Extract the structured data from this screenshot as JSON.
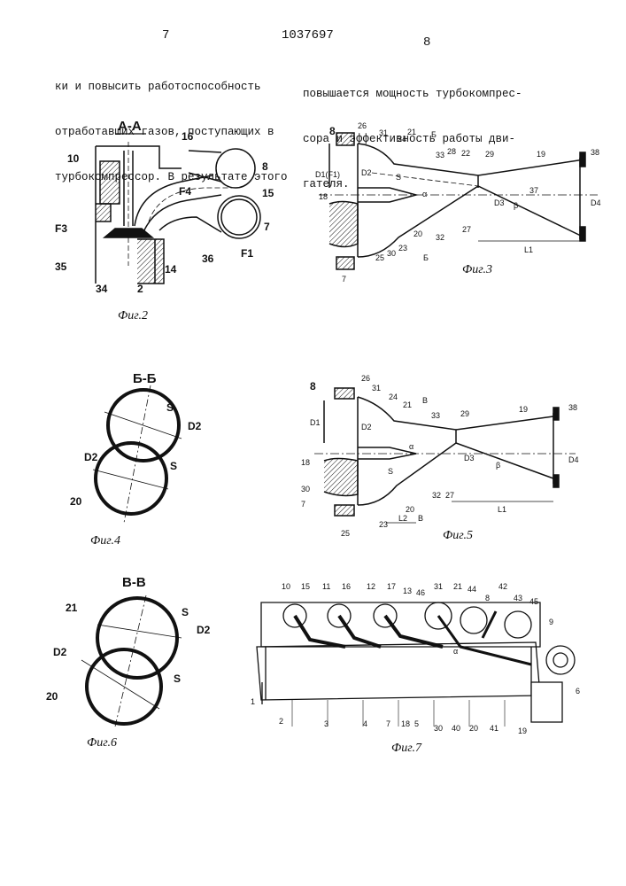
{
  "header": {
    "page_left": "7",
    "patent_number": "1037697",
    "page_right": "8"
  },
  "text_left": [
    "ки и повысить работоспособность",
    "отработавших газов, поступающих в",
    "турбокомпрессор. В результате этого"
  ],
  "text_right": [
    "повышается мощность турбокомпрес-",
    "сора и эффективность работы дви-",
    "гателя."
  ],
  "fig2": {
    "section": "А-А",
    "caption": "Фиг.2",
    "labels": [
      "16",
      "8",
      "10",
      "F4",
      "15",
      "F3",
      "7",
      "35",
      "36",
      "F1",
      "34",
      "2",
      "14"
    ]
  },
  "fig3": {
    "caption": "Фиг.3",
    "labels": [
      "8",
      "26",
      "31",
      "24",
      "21",
      "Б",
      "33",
      "28",
      "22",
      "29",
      "19",
      "38",
      "D1(F1)",
      "D2",
      "S",
      "α",
      "37",
      "β",
      "D3",
      "D4",
      "18",
      "30",
      "20",
      "32",
      "27",
      "23",
      "25",
      "7",
      "Б",
      "L1"
    ]
  },
  "fig4": {
    "section": "Б-Б",
    "caption": "Фиг.4",
    "labels": [
      "S",
      "D2",
      "D2",
      "S",
      "20"
    ]
  },
  "fig5": {
    "caption": "Фиг.5",
    "labels": [
      "8",
      "26",
      "31",
      "24",
      "21",
      "В",
      "33",
      "29",
      "19",
      "38",
      "D1",
      "D2",
      "α",
      "S",
      "D3",
      "β",
      "D4",
      "18",
      "30",
      "7",
      "25",
      "23",
      "L2",
      "20",
      "В",
      "32",
      "27",
      "L1"
    ]
  },
  "fig6": {
    "section": "В-В",
    "caption": "Фиг.6",
    "labels": [
      "21",
      "S",
      "D2",
      "D2",
      "S",
      "20"
    ]
  },
  "fig7": {
    "caption": "Фиг.7",
    "labels": [
      "10",
      "15",
      "11",
      "16",
      "12",
      "17",
      "13",
      "46",
      "31",
      "21",
      "44",
      "8",
      "42",
      "43",
      "45",
      "9",
      "α",
      "1",
      "2",
      "3",
      "4",
      "7",
      "18",
      "5",
      "30",
      "40",
      "20",
      "41",
      "19",
      "6"
    ]
  }
}
